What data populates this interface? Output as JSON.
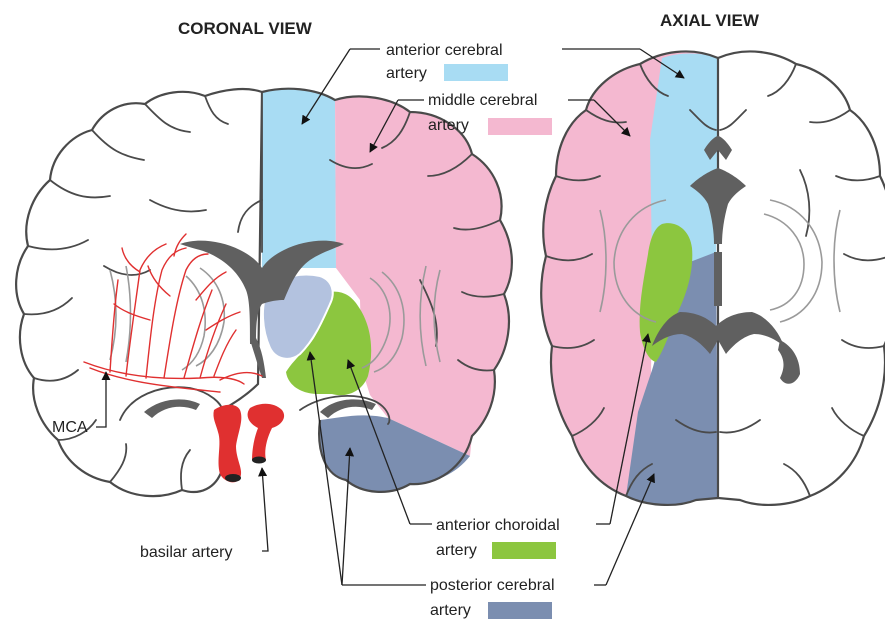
{
  "titles": {
    "coronal": "CORONAL VIEW",
    "axial": "AXIAL VIEW"
  },
  "territories": [
    {
      "key": "aca",
      "line1": "anterior cerebral",
      "line2": "artery",
      "color": "#a8dcf3"
    },
    {
      "key": "mca",
      "line1": "middle cerebral",
      "line2": "artery",
      "color": "#f4b8d0"
    },
    {
      "key": "acha",
      "line1": "anterior choroidal",
      "line2": "artery",
      "color": "#8cc63f"
    },
    {
      "key": "pca",
      "line1": "posterior cerebral",
      "line2": "artery",
      "color": "#7b8eb0"
    }
  ],
  "other_labels": {
    "mca_short": "MCA",
    "basilar": "basilar artery"
  },
  "colors": {
    "thalamus": "#b3c2df",
    "ventricle": "#606060",
    "vessels": "#e03030",
    "outline": "#4a4a4a"
  }
}
